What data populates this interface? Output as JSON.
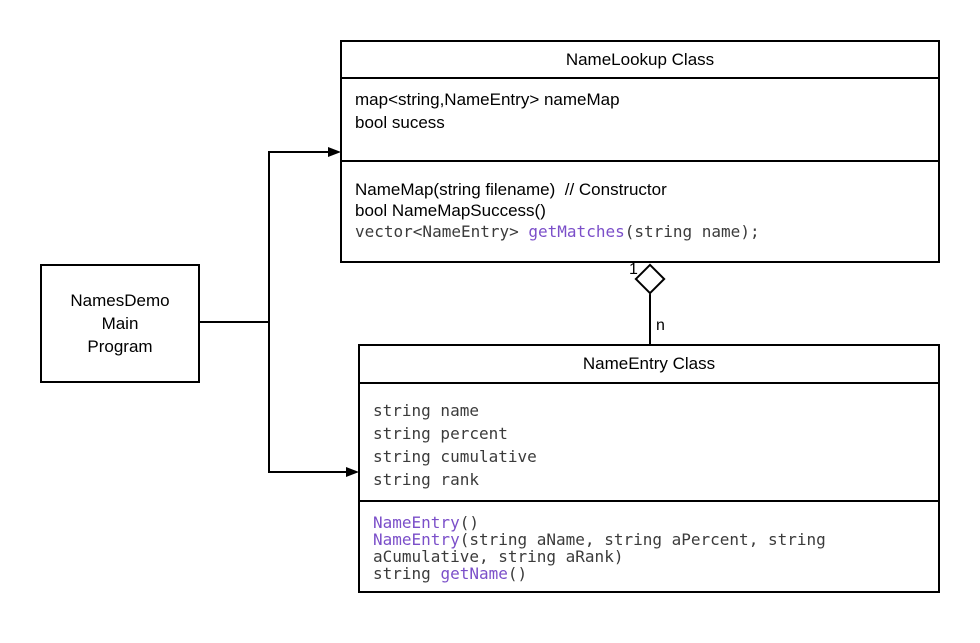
{
  "colors": {
    "accent_purple": "#7b4fc9",
    "line_black": "#000000",
    "mono_text": "#3b3b3b"
  },
  "namesdemo": {
    "lines": [
      "NamesDemo",
      "Main",
      "Program"
    ]
  },
  "namelookup": {
    "title": "NameLookup Class",
    "attributes": [
      {
        "font": "sans",
        "segments": [
          {
            "text": "map<string,NameEntry> nameMap"
          }
        ]
      },
      {
        "font": "sans",
        "segments": [
          {
            "text": "bool sucess"
          }
        ]
      }
    ],
    "methods": [
      {
        "font": "sans",
        "segments": [
          {
            "text": "NameMap(string filename)  // Constructor"
          }
        ]
      },
      {
        "font": "sans",
        "segments": [
          {
            "text": "bool NameMapSuccess()"
          }
        ]
      },
      {
        "font": "mono",
        "segments": [
          {
            "text": "vector<NameEntry> "
          },
          {
            "text": "getMatches",
            "color": "accent_purple"
          },
          {
            "text": "(string name);"
          }
        ]
      }
    ]
  },
  "nameentry": {
    "title": "NameEntry Class",
    "attributes": [
      {
        "font": "mono",
        "segments": [
          {
            "text": "string name"
          }
        ]
      },
      {
        "font": "mono",
        "segments": [
          {
            "text": "string percent"
          }
        ]
      },
      {
        "font": "mono",
        "segments": [
          {
            "text": "string cumulative"
          }
        ]
      },
      {
        "font": "mono",
        "segments": [
          {
            "text": "string rank"
          }
        ]
      }
    ],
    "methods": [
      {
        "font": "mono",
        "segments": [
          {
            "text": "NameEntry",
            "color": "accent_purple"
          },
          {
            "text": "()"
          }
        ]
      },
      {
        "font": "mono",
        "segments": [
          {
            "text": "NameEntry",
            "color": "accent_purple"
          },
          {
            "text": "(string aName, string aPercent, string"
          }
        ]
      },
      {
        "font": "mono",
        "segments": [
          {
            "text": "aCumulative, string aRank)"
          }
        ]
      },
      {
        "font": "mono",
        "segments": [
          {
            "text": "string "
          },
          {
            "text": "getName",
            "color": "accent_purple"
          },
          {
            "text": "()"
          }
        ]
      }
    ]
  },
  "relationship": {
    "multiplicity_one": "1",
    "multiplicity_many": "n"
  }
}
